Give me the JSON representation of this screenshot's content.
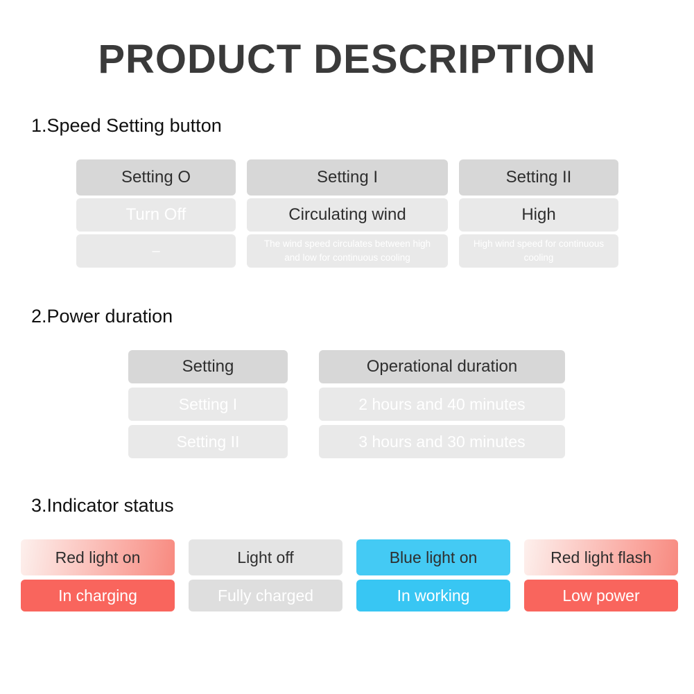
{
  "page": {
    "title": "PRODUCT DESCRIPTION"
  },
  "sections": {
    "speed": {
      "heading": "1.Speed Setting button",
      "columns": [
        {
          "header": "Setting O",
          "main": "Turn Off",
          "sub": "–"
        },
        {
          "header": "Setting I",
          "main": "Circulating wind",
          "sub": "The wind speed circulates between high and low for continuous cooling"
        },
        {
          "header": "Setting II",
          "main": "High",
          "sub": "High wind speed for continuous cooling"
        }
      ]
    },
    "power": {
      "heading": "2.Power duration",
      "columns": [
        {
          "header": "Setting",
          "rows": [
            "Setting I",
            "Setting II"
          ]
        },
        {
          "header": "Operational duration",
          "rows": [
            "2 hours and 40 minutes",
            "3 hours and 30 minutes"
          ]
        }
      ]
    },
    "indicator": {
      "heading": "3.Indicator status",
      "cards": [
        {
          "header": "Red light on",
          "body": "In charging",
          "color": "red"
        },
        {
          "header": "Light off",
          "body": "Fully charged",
          "color": "gray"
        },
        {
          "header": "Blue light on",
          "body": "In working",
          "color": "blue"
        },
        {
          "header": "Red light flash",
          "body": "Low power",
          "color": "red"
        }
      ]
    }
  },
  "colors": {
    "title_color": "#3a3a3a",
    "heading_color": "#101010",
    "text_dark": "#2e2e2e",
    "text_light": "#ffffff",
    "gray_header": "#d7d7d7",
    "gray_body": "#e9e9e9",
    "red": "#f9655d",
    "red_header_from": "#fdf0ed",
    "red_header_to": "#f8897f",
    "blue": "#38c6f3",
    "blue_header": "#44caf4",
    "gray3_header": "#e4e4e4",
    "gray3_body": "#dedede"
  }
}
